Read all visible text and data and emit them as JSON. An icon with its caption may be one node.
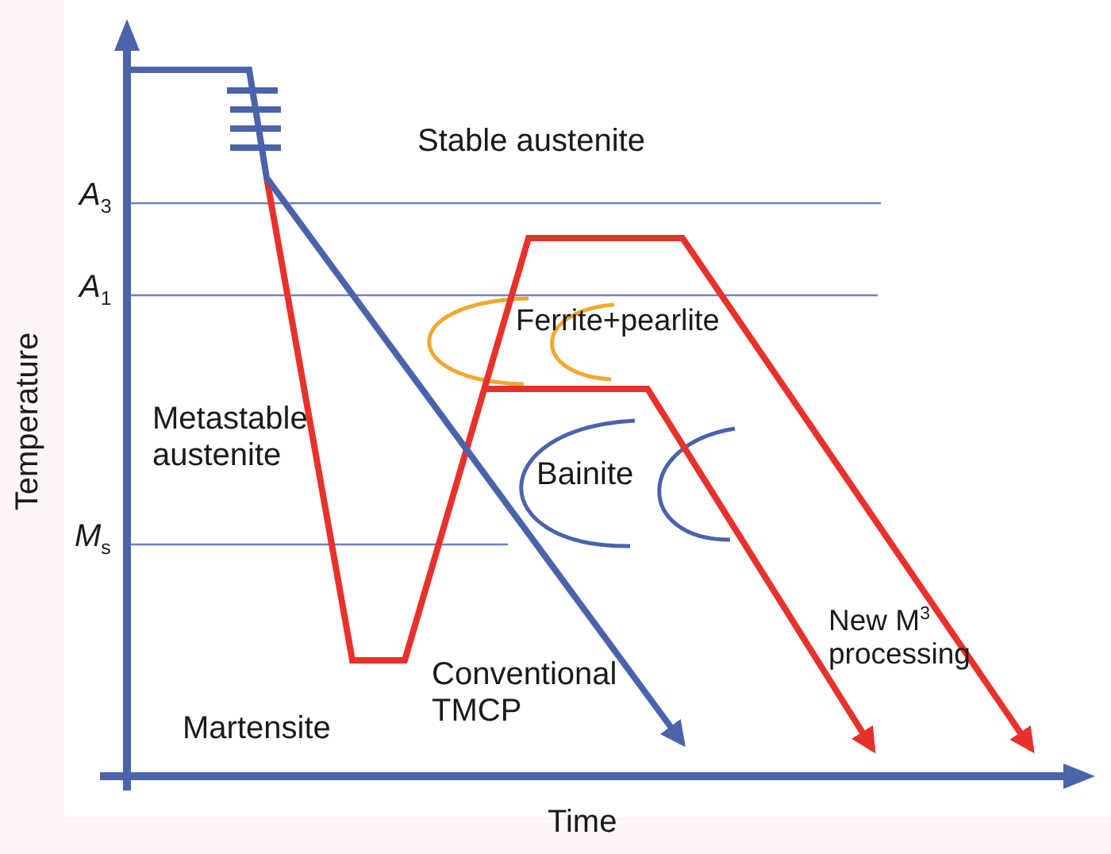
{
  "diagram": {
    "labels": [
      "Stable austenite",
      "*A*$_{3}$",
      "*A*$_{1}$",
      "Ferrite+pearlite",
      "Metastable austenite",
      "Bainite",
      "*M*$_{s}$",
      "Temperature",
      "New M$^{3}$ processing",
      "Conventional TMCP",
      "Martensite",
      "Time"
    ]
  }
}
